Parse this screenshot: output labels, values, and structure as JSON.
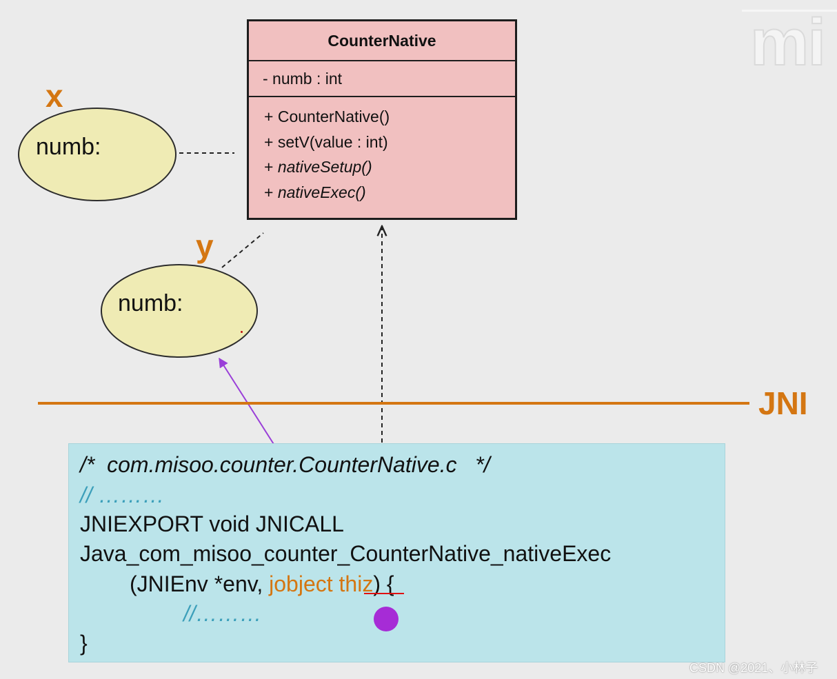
{
  "uml_class": {
    "name": "CounterNative",
    "attributes": [
      "- numb : int"
    ],
    "operations": [
      {
        "prefix": "+ ",
        "name": "CounterNative()",
        "italic": false
      },
      {
        "prefix": "+ ",
        "name": "setV(value : int)",
        "italic": false
      },
      {
        "prefix": "+ ",
        "name": "nativeSetup()",
        "italic": true
      },
      {
        "prefix": "+ ",
        "name": "nativeExec()",
        "italic": true
      }
    ],
    "fill_color": "#f1c0c0"
  },
  "objects": [
    {
      "label": "x",
      "field": "numb:"
    },
    {
      "label": "y",
      "field": "numb:"
    }
  ],
  "boundary": {
    "label": "JNI",
    "color": "#d47612"
  },
  "code": {
    "header_comment": "/*  com.misoo.counter.CounterNative.c   */",
    "comment1": "// ………",
    "line_signature1": "JNIEXPORT void JNICALL",
    "line_signature2": "Java_com_misoo_counter_CounterNative_nativeExec",
    "param_prefix": "(JNIEnv *env, ",
    "param_highlight_type": "jobject",
    "param_highlight_name": "thiz",
    "param_suffix": ") {",
    "comment2": "//………",
    "closing_brace": "}",
    "box_color": "#bbe4ea"
  },
  "annotation": {
    "arrow_color": "#9a3fd8",
    "dot_color": "#a62cd6",
    "underline_color": "#e01010"
  },
  "watermarks": {
    "top_right": "mi",
    "bottom": "CSDN @2021、小林子"
  }
}
